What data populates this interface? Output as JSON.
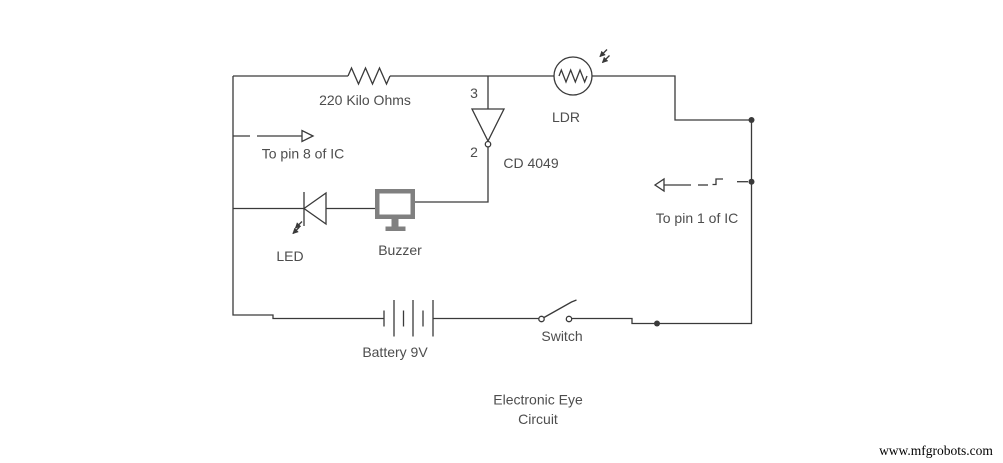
{
  "diagram": {
    "title": {
      "line1": "Electronic Eye",
      "line2": "Circuit"
    },
    "watermark": "www.mfgrobots.com",
    "labels": {
      "resistor": "220 Kilo Ohms",
      "ldr": "LDR",
      "inverter_ic": "CD 4049",
      "inverter_pin_in": "3",
      "inverter_pin_out": "2",
      "led": "LED",
      "buzzer": "Buzzer",
      "battery": "Battery 9V",
      "switch": "Switch",
      "pin8_note": "To pin 8 of IC",
      "pin1_note": "To pin 1 of IC"
    },
    "colors": {
      "wire": "#3a3a3a",
      "text": "#4d4d4d",
      "buzzer_icon": "#808080",
      "watermark_text": "#000000",
      "background": "#ffffff"
    }
  }
}
